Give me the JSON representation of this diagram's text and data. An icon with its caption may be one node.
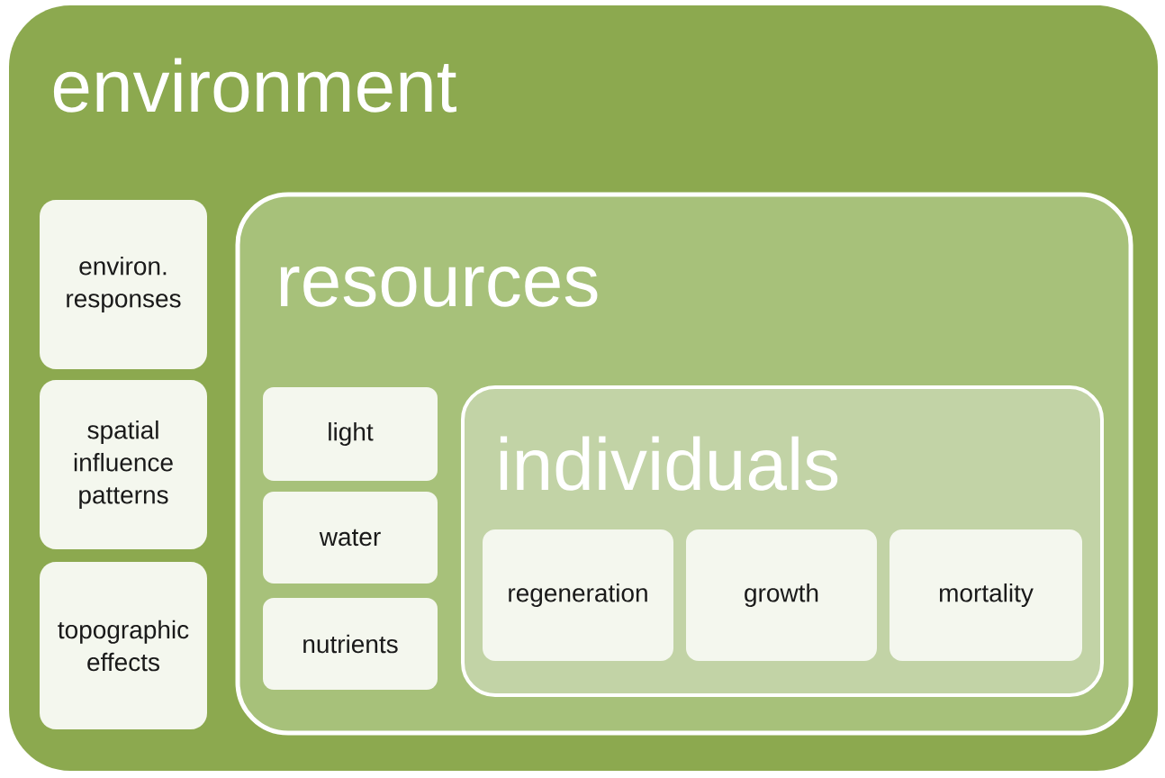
{
  "diagram": {
    "nodes": [
      {
        "text": [
          "environment"
        ]
      },
      {
        "text": [
          "environ. responses"
        ],
        "in": 0
      },
      {
        "text": [
          "spatial influence patterns"
        ],
        "in": 0
      },
      {
        "text": [
          "topographic effects"
        ],
        "in": 0
      },
      {
        "text": [
          "resources"
        ],
        "in": 0
      },
      {
        "text": [
          "light"
        ],
        "in": 4
      },
      {
        "text": [
          "water"
        ],
        "in": 4
      },
      {
        "text": [
          "nutrients"
        ],
        "in": 4
      },
      {
        "text": [
          "individuals"
        ],
        "in": 4
      },
      {
        "text": [
          "regeneration"
        ],
        "in": 8
      },
      {
        "text": [
          "growth"
        ],
        "in": 8
      },
      {
        "text": [
          "mortality"
        ],
        "in": 8
      }
    ]
  }
}
